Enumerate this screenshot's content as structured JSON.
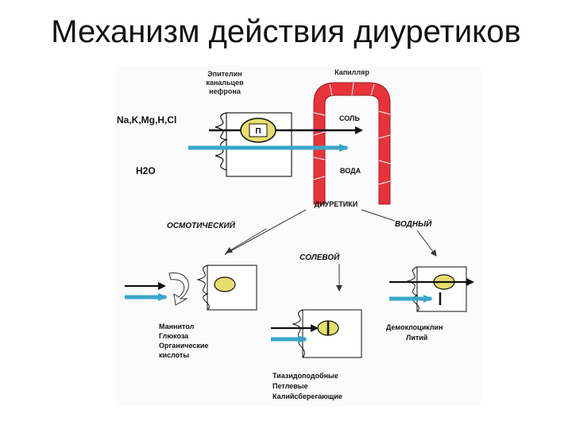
{
  "slide": {
    "title": "Механизм действия диуретиков"
  },
  "top": {
    "epithelium_l1": "Эпителин",
    "epithelium_l2": "канальцев",
    "epithelium_l3": "нефрона",
    "capillary": "Капилляр",
    "ions": "Na,K,Mg,H,Cl",
    "pump": "П",
    "salt": "СОЛЬ",
    "water_molecule": "H2O",
    "water": "ВОДА"
  },
  "branches": {
    "diuretics": "ДИУРЕТИКИ",
    "osmotic": "ОСМОТИЧЕСКИЙ",
    "aquatic": "ВОДНЫЙ",
    "saline": "СОЛЕВОЙ"
  },
  "lists": {
    "osmotic": [
      "Маннитол",
      "Глюкоза",
      "Органические",
      "кислоты"
    ],
    "saline": [
      "Тиазидоподобные",
      "Петлевые",
      "Калийсберегающие"
    ],
    "aquatic": [
      "Демоклоциклин",
      "Литий"
    ]
  },
  "colors": {
    "capillary_red": "#e8333a",
    "water_blue": "#3aa6c8",
    "pump_yellow": "#e6df6e"
  }
}
